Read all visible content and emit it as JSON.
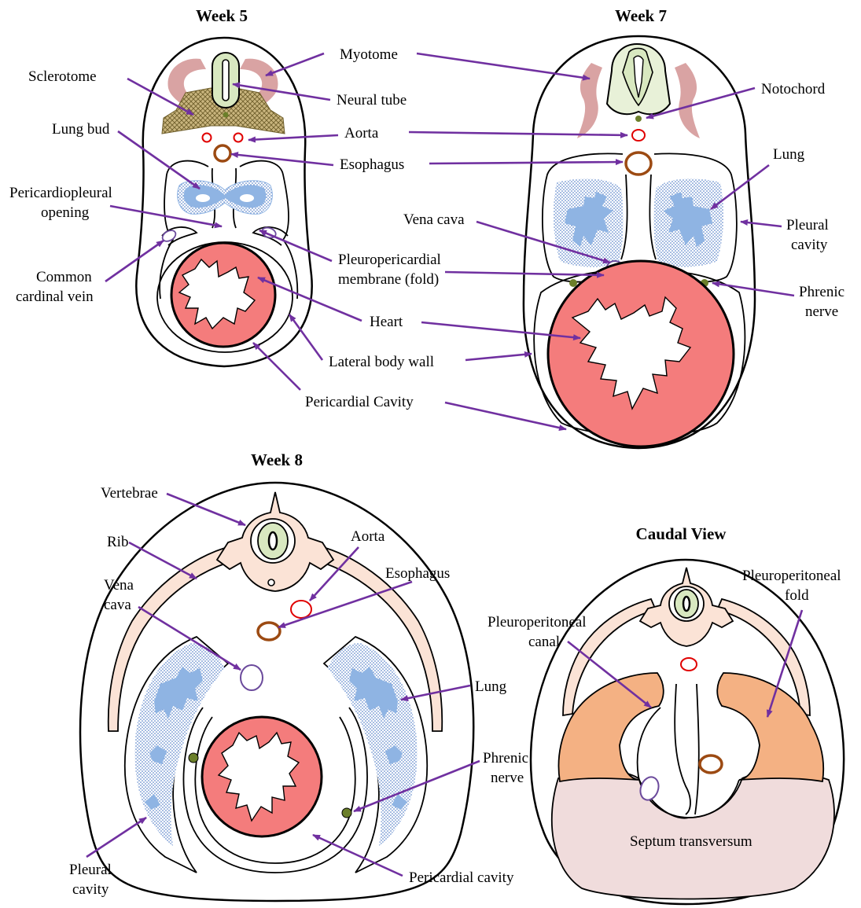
{
  "colors": {
    "arrow": "#7030a0",
    "heart": "#f47c7c",
    "lung": "#8fb4e3",
    "lung_stipple": "#3d6fc0",
    "myotome": "#d9a3a3",
    "sclerotome": "#b8a46e",
    "neural_tube": "#d8e8c0",
    "bone": "#fbe3d6",
    "fold": "#f4b183",
    "septum": "#f0dcdc",
    "aorta": "#e00000",
    "esophagus": "#9c4a12",
    "vena_cava": "#6b4a9c",
    "nerve": "#6b7f2a"
  },
  "week5": {
    "title": "Week 5",
    "labels": {
      "myotome": "Myotome",
      "sclerotome": "Sclerotome",
      "neural_tube": "Neural tube",
      "lung_bud": "Lung bud",
      "aorta": "Aorta",
      "esophagus": "Esophagus",
      "pericardiopleural_1": "Pericardiopleural",
      "pericardiopleural_2": "opening",
      "pleuropericardial_1": "Pleuropericardial",
      "pleuropericardial_2": "membrane (fold)",
      "common_cardinal_1": "Common",
      "common_cardinal_2": "cardinal vein",
      "heart": "Heart",
      "lateral_body_wall": "Lateral body wall",
      "pericardial_cavity": "Pericardial Cavity"
    }
  },
  "week7": {
    "title": "Week 7",
    "labels": {
      "notochord": "Notochord",
      "lung": "Lung",
      "vena_cava": "Vena cava",
      "pleural_cavity_1": "Pleural",
      "pleural_cavity_2": "cavity",
      "phrenic_1": "Phrenic",
      "phrenic_2": "nerve"
    }
  },
  "week8": {
    "title": "Week 8",
    "labels": {
      "vertebrae": "Vertebrae",
      "rib": "Rib",
      "aorta": "Aorta",
      "esophagus": "Esophagus",
      "vena_cava_1": "Vena",
      "vena_cava_2": "cava",
      "lung": "Lung",
      "phrenic_1": "Phrenic",
      "phrenic_2": "nerve",
      "pleural_cavity_1": "Pleural",
      "pleural_cavity_2": "cavity",
      "pericardial_cavity": "Pericardial cavity"
    }
  },
  "caudal": {
    "title": "Caudal View",
    "labels": {
      "pleuroperitoneal_fold_1": "Pleuroperitoneal",
      "pleuroperitoneal_fold_2": "fold",
      "pleuroperitoneal_canal_1": "Pleuroperitoneal",
      "pleuroperitoneal_canal_2": "canal",
      "septum_transversum": "Septum transversum"
    }
  }
}
